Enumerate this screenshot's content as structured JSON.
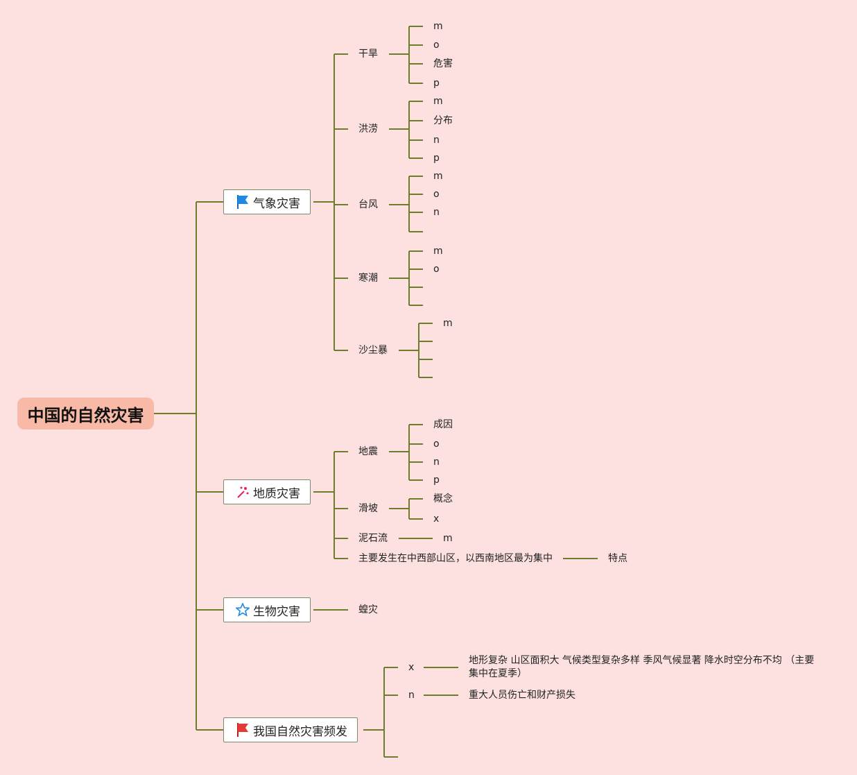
{
  "root": "中国的自然灾害",
  "branches": {
    "meteo": "气象灾害",
    "geo": "地质灾害",
    "bio": "生物灾害",
    "freq": "我国自然灾害频发"
  },
  "icons": {
    "meteo": "blue-flag-icon",
    "geo": "sparkle-icon",
    "bio": "star-icon",
    "freq": "red-flag-icon"
  },
  "meteo": {
    "drought": {
      "label": "干旱",
      "items": [
        "m",
        "o",
        "危害",
        "p"
      ]
    },
    "flood": {
      "label": "洪涝",
      "items": [
        "m",
        "分布",
        "n",
        "p"
      ]
    },
    "typhoon": {
      "label": "台风",
      "items": [
        "m",
        "o",
        "n",
        ""
      ]
    },
    "cold": {
      "label": "寒潮",
      "items": [
        "m",
        "o",
        "",
        ""
      ]
    },
    "dust": {
      "label": "沙尘暴",
      "items": [
        "m",
        "",
        "",
        ""
      ]
    }
  },
  "geo": {
    "quake": {
      "label": "地震",
      "items": [
        "成因",
        "o",
        "n",
        "p"
      ]
    },
    "landslide": {
      "label": "滑坡",
      "items": [
        "概念",
        "x"
      ]
    },
    "mudflow": {
      "label": "泥石流",
      "item": "m"
    },
    "main": {
      "label": "主要发生在中西部山区，以西南地区最为集中",
      "item": "特点"
    }
  },
  "bio": {
    "locust": "蝗灾"
  },
  "freq": {
    "x": {
      "label": "x",
      "detail": "地形复杂 山区面积大 气候类型复杂多样 季风气候显著 降水时空分布不均 （主要集中在夏季）"
    },
    "n": {
      "label": "n",
      "detail": "重大人员伤亡和财产损失"
    }
  },
  "colors": {
    "background": "#fde1e1",
    "root": "#f8b9a6",
    "line": "#6b7d2a"
  }
}
